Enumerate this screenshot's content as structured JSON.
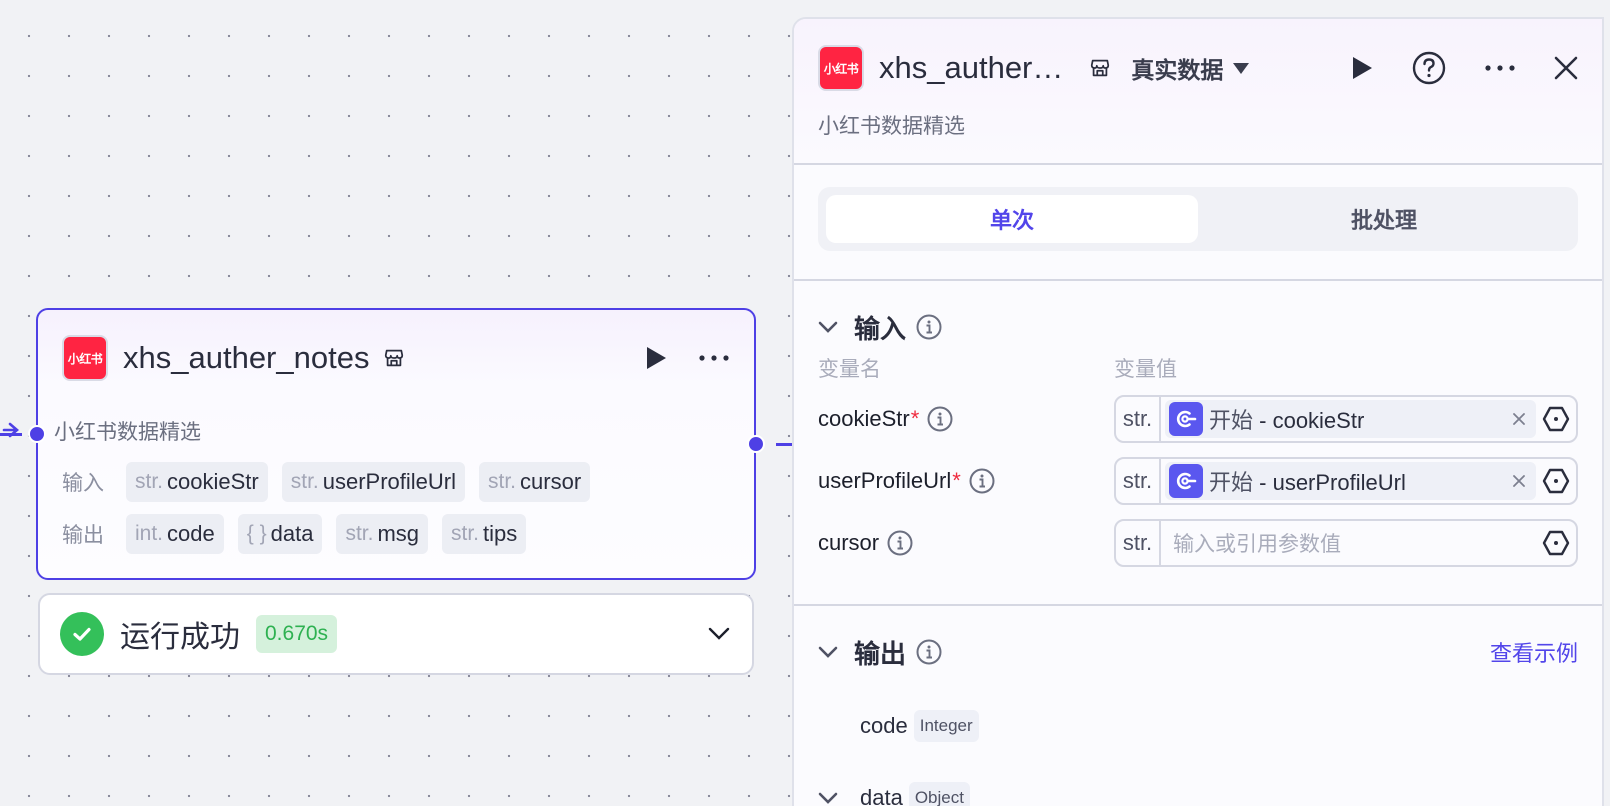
{
  "canvas": {
    "accent_color": "#4e40e5"
  },
  "node": {
    "logo_text": "小红书",
    "title": "xhs_auther_notes",
    "description": "小红书数据精选",
    "inputs_label": "输入",
    "outputs_label": "输出",
    "inputs": [
      {
        "type": "str.",
        "name": "cookieStr"
      },
      {
        "type": "str.",
        "name": "userProfileUrl"
      },
      {
        "type": "str.",
        "name": "cursor"
      }
    ],
    "outputs": [
      {
        "type": "int.",
        "name": "code"
      },
      {
        "type": "{ }",
        "name": "data"
      },
      {
        "type": "str.",
        "name": "msg"
      },
      {
        "type": "str.",
        "name": "tips"
      }
    ]
  },
  "run_result": {
    "status": "运行成功",
    "duration": "0.670s",
    "status_color": "#34c05a"
  },
  "panel": {
    "logo_text": "小红书",
    "title": "xhs_auther…",
    "data_mode": "真实数据",
    "description": "小红书数据精选",
    "tabs": [
      {
        "label": "单次",
        "active": true
      },
      {
        "label": "批处理",
        "active": false
      }
    ],
    "input_section": {
      "title": "输入",
      "col_name": "变量名",
      "col_value": "变量值",
      "params": [
        {
          "name": "cookieStr",
          "required": "*",
          "type": "str.",
          "ref_source": "开始",
          "ref_sep": " - ",
          "ref_var": "cookieStr"
        },
        {
          "name": "userProfileUrl",
          "required": "*",
          "type": "str.",
          "ref_source": "开始",
          "ref_sep": " - ",
          "ref_var": "userProfileUrl"
        },
        {
          "name": "cursor",
          "required": "",
          "type": "str.",
          "placeholder": "输入或引用参数值"
        }
      ]
    },
    "output_section": {
      "title": "输出",
      "view_example": "查看示例",
      "fields": [
        {
          "name": "code",
          "type": "Integer"
        },
        {
          "name": "data",
          "type": "Object"
        }
      ]
    }
  }
}
